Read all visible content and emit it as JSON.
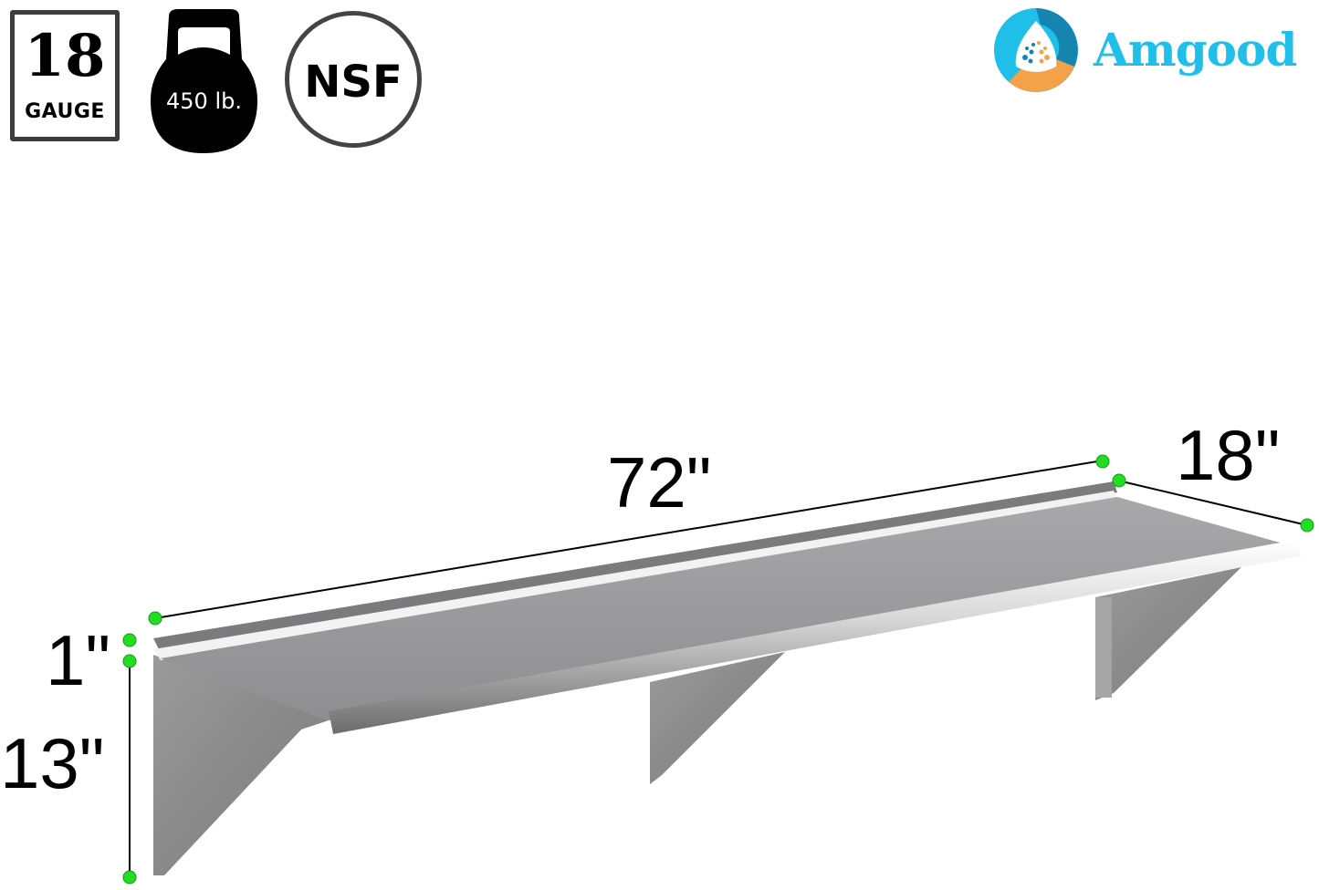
{
  "badges": {
    "gauge": {
      "number": "18",
      "label": "GAUGE"
    },
    "weight_capacity": {
      "label": "450 lb.",
      "icon": "kettlebell-icon"
    },
    "certification": {
      "label": "NSF"
    }
  },
  "brand": {
    "name": "Amgood",
    "color": "#1fbfea",
    "logo_colors": [
      "#1fbfea",
      "#1585b0",
      "#f4a14a"
    ]
  },
  "product": {
    "type": "stainless steel wall shelf",
    "dimensions": {
      "length": "72\"",
      "depth": "18\"",
      "backsplash_height": "1\"",
      "bracket_height": "13\""
    },
    "marker_color": "#22dd22"
  }
}
